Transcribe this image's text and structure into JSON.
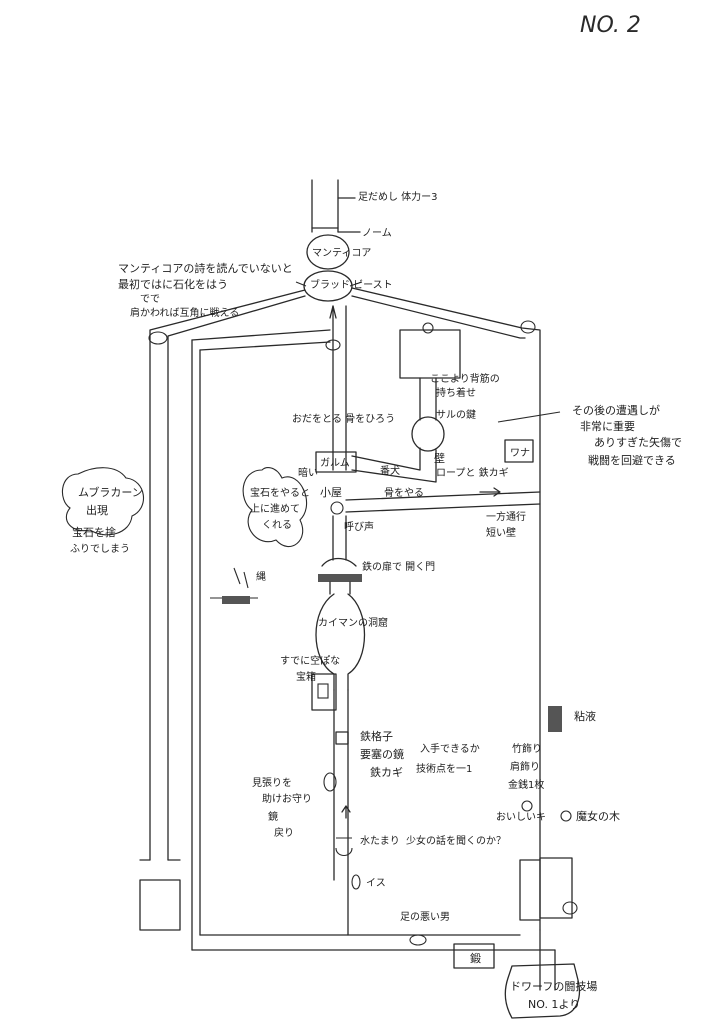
{
  "page_number": "NO. 2",
  "labels": {
    "top_corridor": "足だめし 体力ー3",
    "nome": "ノーム",
    "manticore": "マンティコア",
    "manticore_note_1": "マンティコアの詩を読んでいないと",
    "manticore_note_2": "最初ではに石化をはう",
    "manticore_note_3": "でで",
    "manticore_note_4": "肩かわれば互角に戦える",
    "blood_beast": "ブラッド ビースト",
    "strength_1": "ここより背筋の",
    "strength_2": "持ち着せ",
    "strength_3": "サルの鍵",
    "combat_1": "その後の遭遇しが",
    "combat_2": "非常に重要",
    "combat_3": "ありすぎた矢傷で",
    "combat_4": "戦闘を回避できる",
    "trap": "ワナ",
    "wall": "壁",
    "rope_key": "ロープと 鉄カギ",
    "watchdog": "番犬",
    "bone": "骨をやる",
    "poison_dart": "おだをとる 骨をひろう",
    "small_dog": "ガルム",
    "dark_label": "暗い",
    "hut": "小屋",
    "gem_note_1": "宝石をやると",
    "gem_note_2": "上に進めて",
    "gem_note_3": "くれる",
    "dropcap": "呼び声",
    "one_way_1": "一方通行",
    "one_way_2": "短い壁",
    "ladder": "縄",
    "iron_gate": "鉄の扉で 開く門",
    "caiman_cave": "カイマンの洞窟",
    "treasure_box": "宝箱",
    "already_empty": "すでに空ぽな",
    "iron_bars": "鉄格子",
    "fortress_mirror": "要塞の鏡",
    "hand_note": "入手できるか",
    "iron_key": "鉄カギ",
    "skill_note": "技術点を一1",
    "rubble_1": "見張りを",
    "rubble_2": "助けお守り",
    "mirror_1": "鏡",
    "mirror_2": "戻り",
    "puddle": "水たまり",
    "question": "少女の話を聞くのか？",
    "chair": "イス",
    "sticky": "粘液",
    "bamboo_1": "竹飾り",
    "bamboo_2": "肩飾り",
    "bamboo_3": "金銭1枚",
    "shiitake": "おいしいキ",
    "witch_tree": "魔女の木",
    "cripple": "足の悪い男",
    "merchant": "鍛",
    "braukan_1": "ムブラカーン",
    "braukan_2": "出現",
    "braukan_3": "宝石を捨",
    "braukan_4": "ふりでしまう",
    "dwarf_1": "ドワーフの闘技場",
    "dwarf_2": "NO. 1より"
  },
  "colors": {
    "ink": "#2a2a2a",
    "paper": "#ffffff"
  }
}
